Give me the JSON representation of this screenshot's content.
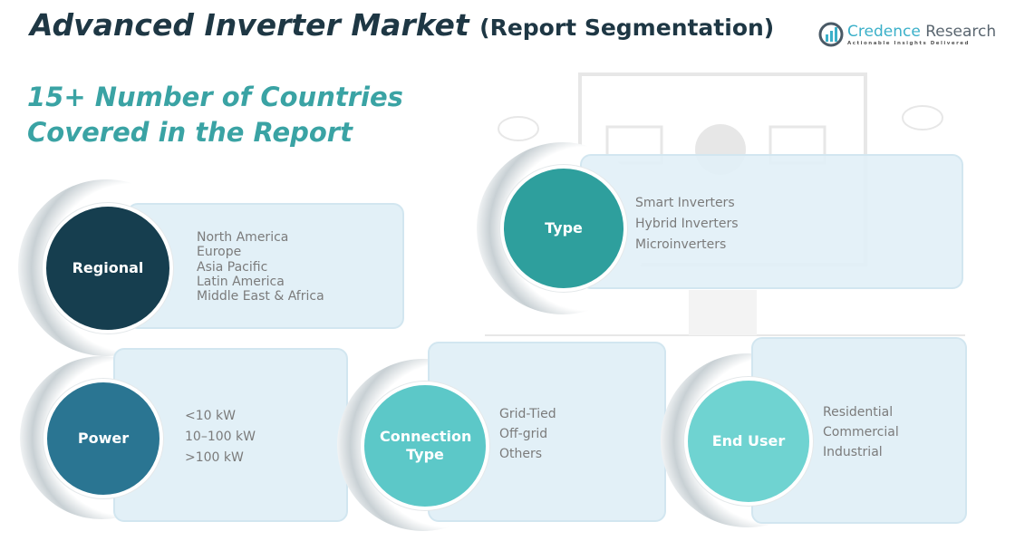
{
  "title": {
    "main": "Advanced Inverter Market",
    "sub": "(Report Segmentation)"
  },
  "subtitle": {
    "line1": "15+ Number of Countries",
    "line2": "Covered in the Report"
  },
  "logo": {
    "name_a": "Credence",
    "name_b": "Research",
    "tagline": "Actionable Insights Delivered"
  },
  "colors": {
    "regional": "#163e4f",
    "type": "#2e9f9d",
    "power": "#2a7592",
    "connection": "#5cc8c8",
    "end_user": "#6fd3d1"
  },
  "segments": {
    "regional": {
      "label": "Regional",
      "items": [
        "North America",
        "Europe",
        "Asia Pacific",
        "Latin America",
        "Middle East & Africa"
      ]
    },
    "type": {
      "label": "Type",
      "items": [
        "Smart Inverters",
        "Hybrid Inverters",
        "Microinverters"
      ]
    },
    "power": {
      "label": "Power",
      "items": [
        "<10 kW",
        "10–100 kW",
        ">100 kW"
      ]
    },
    "connection": {
      "label": "Connection Type",
      "items": [
        "Grid-Tied",
        "Off-grid",
        "Others"
      ]
    },
    "end_user": {
      "label": "End User",
      "items": [
        "Residential",
        "Commercial",
        "Industrial"
      ]
    }
  }
}
